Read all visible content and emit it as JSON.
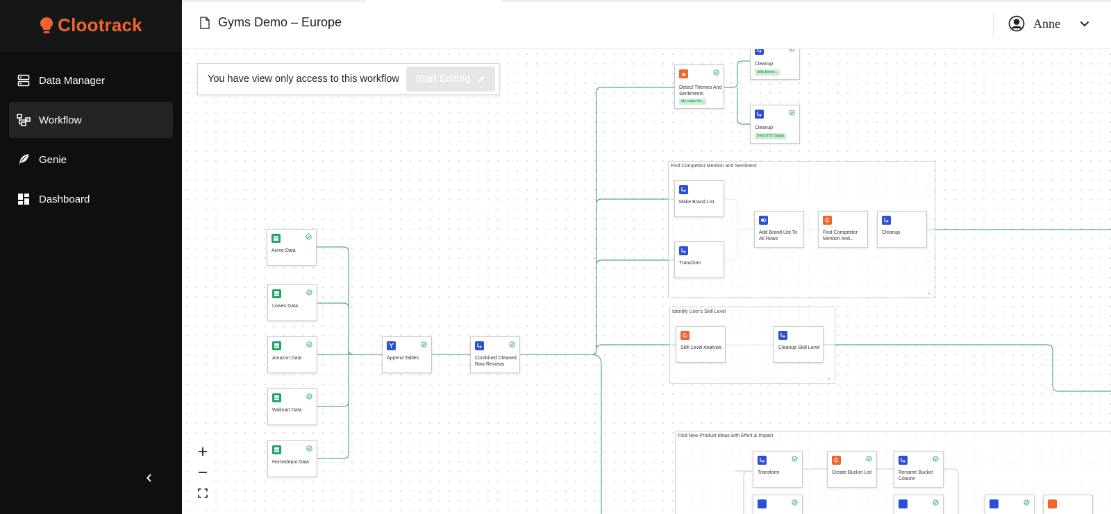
{
  "brand": {
    "name": "Clootrack",
    "color": "#f0642d"
  },
  "nav": {
    "items": [
      {
        "label": "Data Manager",
        "icon": "data-manager-icon"
      },
      {
        "label": "Workflow",
        "icon": "workflow-icon",
        "active": true
      },
      {
        "label": "Genie",
        "icon": "feather-icon"
      },
      {
        "label": "Dashboard",
        "icon": "dashboard-icon"
      }
    ]
  },
  "header": {
    "title": "Gyms Demo – Europe",
    "user_name": "Anne"
  },
  "banner": {
    "message": "You have view only access to this workflow",
    "button_label": "Start Editing"
  },
  "colors": {
    "edge": "#2e9b63",
    "icon_green": "#21a364",
    "icon_blue": "#2d4fd6",
    "icon_orange": "#f0642d",
    "tag_bg": "#c9f0d5"
  },
  "groups": {
    "competitor": {
      "title": "Find Competitor Mention and Sentiment"
    },
    "skill": {
      "title": "Identify User's Skill Level"
    },
    "product_ideas": {
      "title": "Find New Product Ideas with Effort & Impact"
    }
  },
  "nodes": {
    "acme": {
      "label": "Acme Data",
      "icon": "database-icon"
    },
    "lowes": {
      "label": "Lowes Data",
      "icon": "database-icon"
    },
    "amazon": {
      "label": "Amazon Data",
      "icon": "database-icon"
    },
    "walmart": {
      "label": "Walmart Data",
      "icon": "database-icon"
    },
    "homedepot": {
      "label": "Homedepot Data",
      "icon": "database-icon"
    },
    "append": {
      "label": "Append Tables",
      "icon": "merge-icon"
    },
    "combined": {
      "label": "Combined Cleaned Raw Reviews",
      "icon": "transform-icon"
    },
    "detect": {
      "label": "Detect Themes And Sentiments",
      "icon": "ai-icon",
      "tag": "dts output for..."
    },
    "cleanup_top1": {
      "label": "Cleanup",
      "icon": "transform-icon",
      "tag": "drills theme..."
    },
    "cleanup_top2": {
      "label": "Cleanup",
      "icon": "transform-icon",
      "tag": "Drills DTS Output"
    },
    "make_brand": {
      "label": "Make Brand List",
      "icon": "transform-icon"
    },
    "transform_c": {
      "label": "Transform",
      "icon": "transform-icon"
    },
    "add_brand": {
      "label": "Add Brand List To All Rows",
      "icon": "toggle-icon"
    },
    "find_comp": {
      "label": "Find Competitor Mention And...",
      "icon": "loop-icon"
    },
    "cleanup_c": {
      "label": "Cleanup",
      "icon": "transform-icon"
    },
    "skill_analysis": {
      "label": "Skill Level Analysis",
      "icon": "loop-icon"
    },
    "cleanup_skill": {
      "label": "Cleanup Skill Level",
      "icon": "transform-icon"
    },
    "transform_p": {
      "label": "Transform",
      "icon": "transform-icon"
    },
    "bucket": {
      "label": "Create Bucket List",
      "icon": "loop-icon"
    },
    "rename": {
      "label": "Rename Bucket Column",
      "icon": "transform-icon"
    }
  }
}
